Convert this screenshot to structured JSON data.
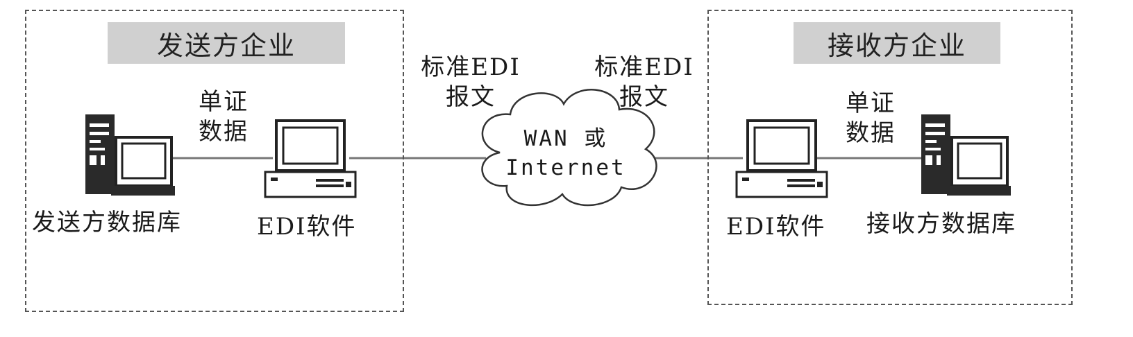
{
  "sender": {
    "title": "发送方企业",
    "data_label": [
      "单证",
      "数据"
    ],
    "database_label": "发送方数据库",
    "software_label": "EDI软件"
  },
  "receiver": {
    "title": "接收方企业",
    "data_label": [
      "单证",
      "数据"
    ],
    "database_label": "接收方数据库",
    "software_label": "EDI软件"
  },
  "network": {
    "left_message": [
      "标准EDI",
      "报文"
    ],
    "right_message": [
      "标准EDI",
      "报文"
    ],
    "cloud_label": [
      "WAN 或",
      "Internet"
    ]
  }
}
